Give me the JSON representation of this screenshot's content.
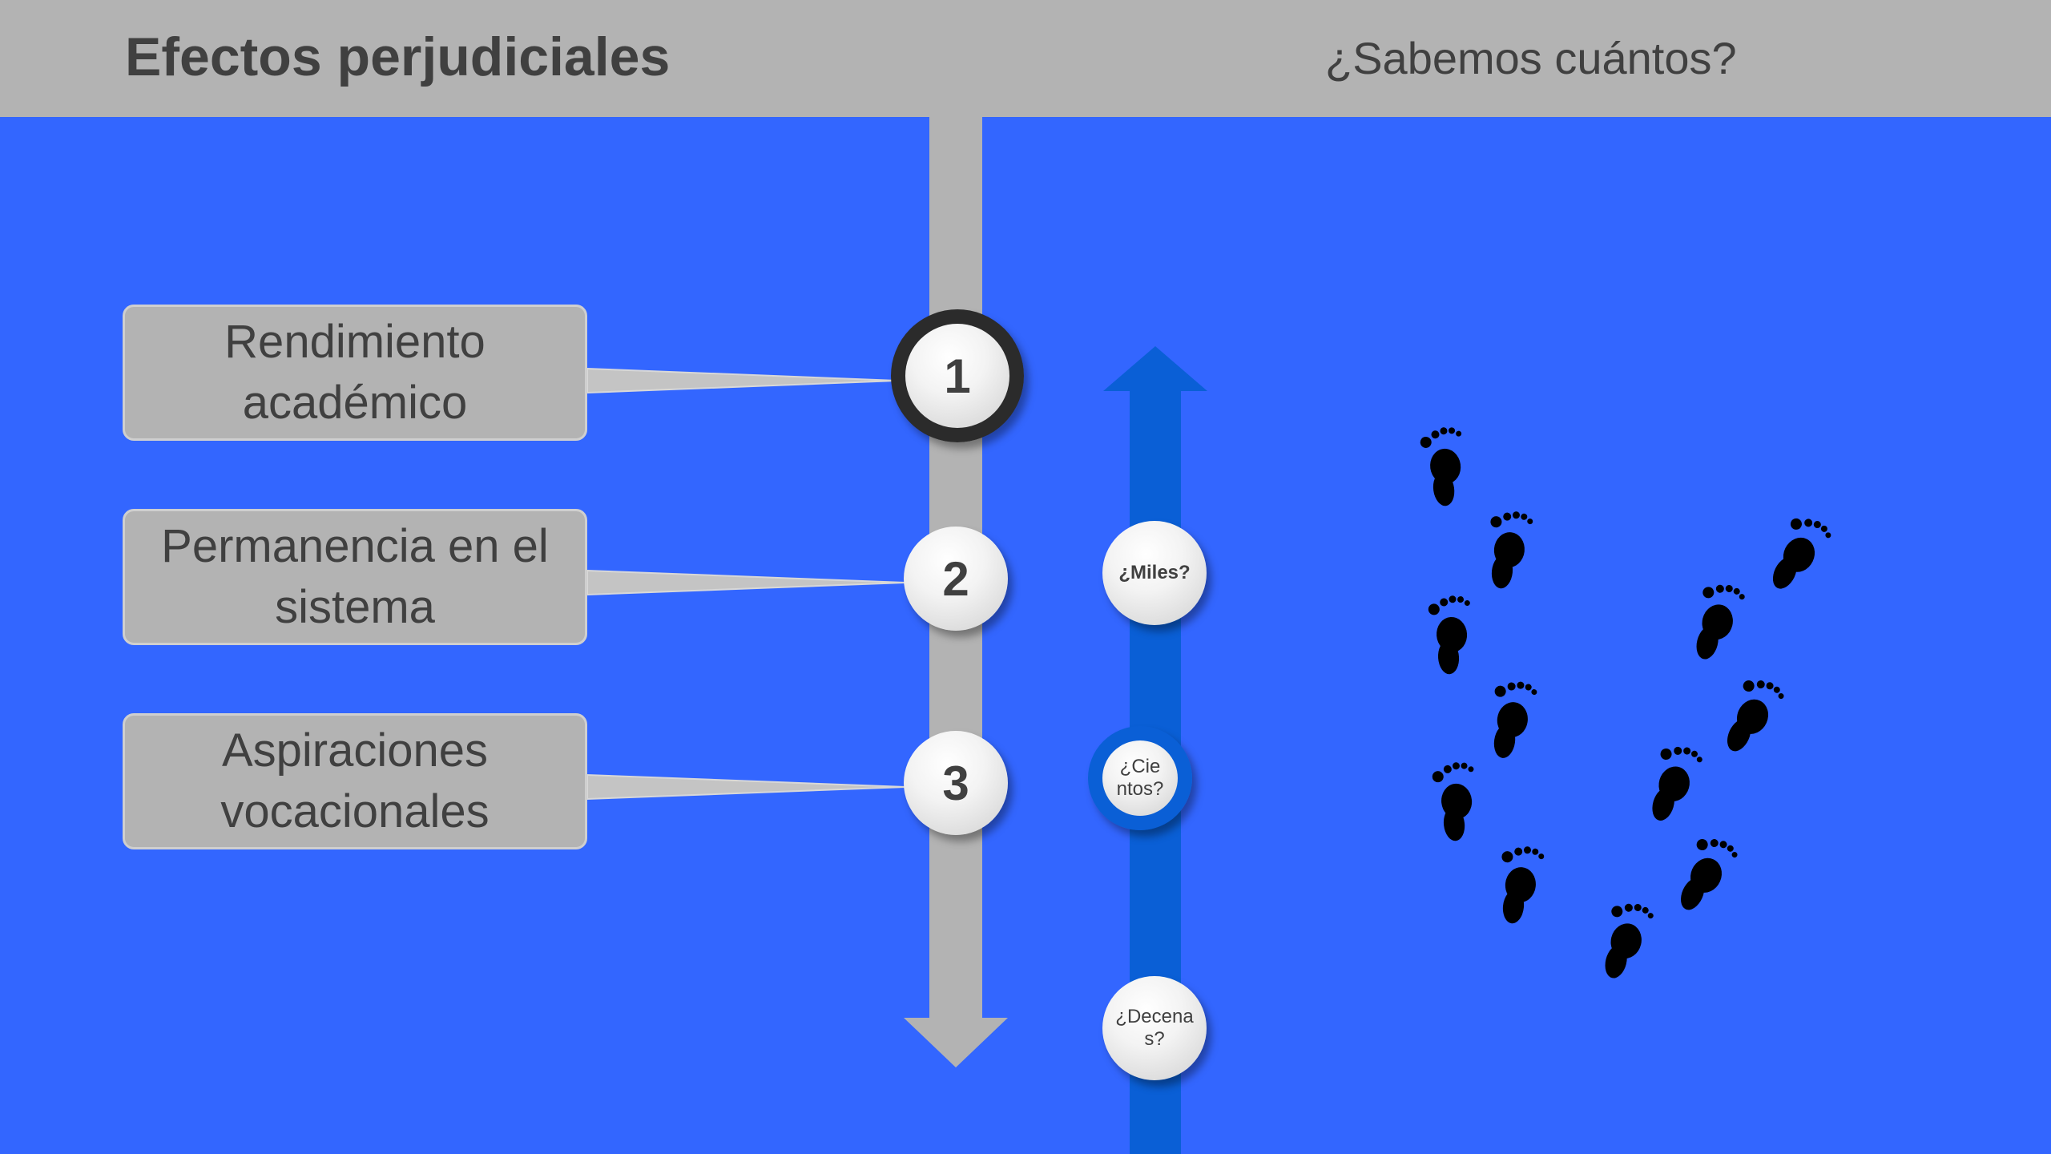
{
  "header": {
    "title": "Efectos perjudiciales",
    "subtitle": "¿Sabemos cuántos?"
  },
  "effects": [
    {
      "number": "1",
      "lines": [
        "Rendimiento",
        "académico"
      ],
      "active": true
    },
    {
      "number": "2",
      "lines": [
        "Permanencia en el",
        "sistema"
      ],
      "active": false
    },
    {
      "number": "3",
      "lines": [
        "Aspiraciones",
        "vocacionales"
      ],
      "active": false
    }
  ],
  "questions": [
    {
      "label": "¿Miles?",
      "active": false
    },
    {
      "label": "¿Cientos?",
      "active": true
    },
    {
      "label": "¿Decenas?",
      "active": false
    }
  ],
  "colors": {
    "background": "#3366ff",
    "header": "#b3b3b3",
    "text": "#404040",
    "arrow_down": "#b3b3b3",
    "arrow_up": "#0a5fd6",
    "footprints": "#000000"
  },
  "icons": [
    "footprints-icon"
  ]
}
